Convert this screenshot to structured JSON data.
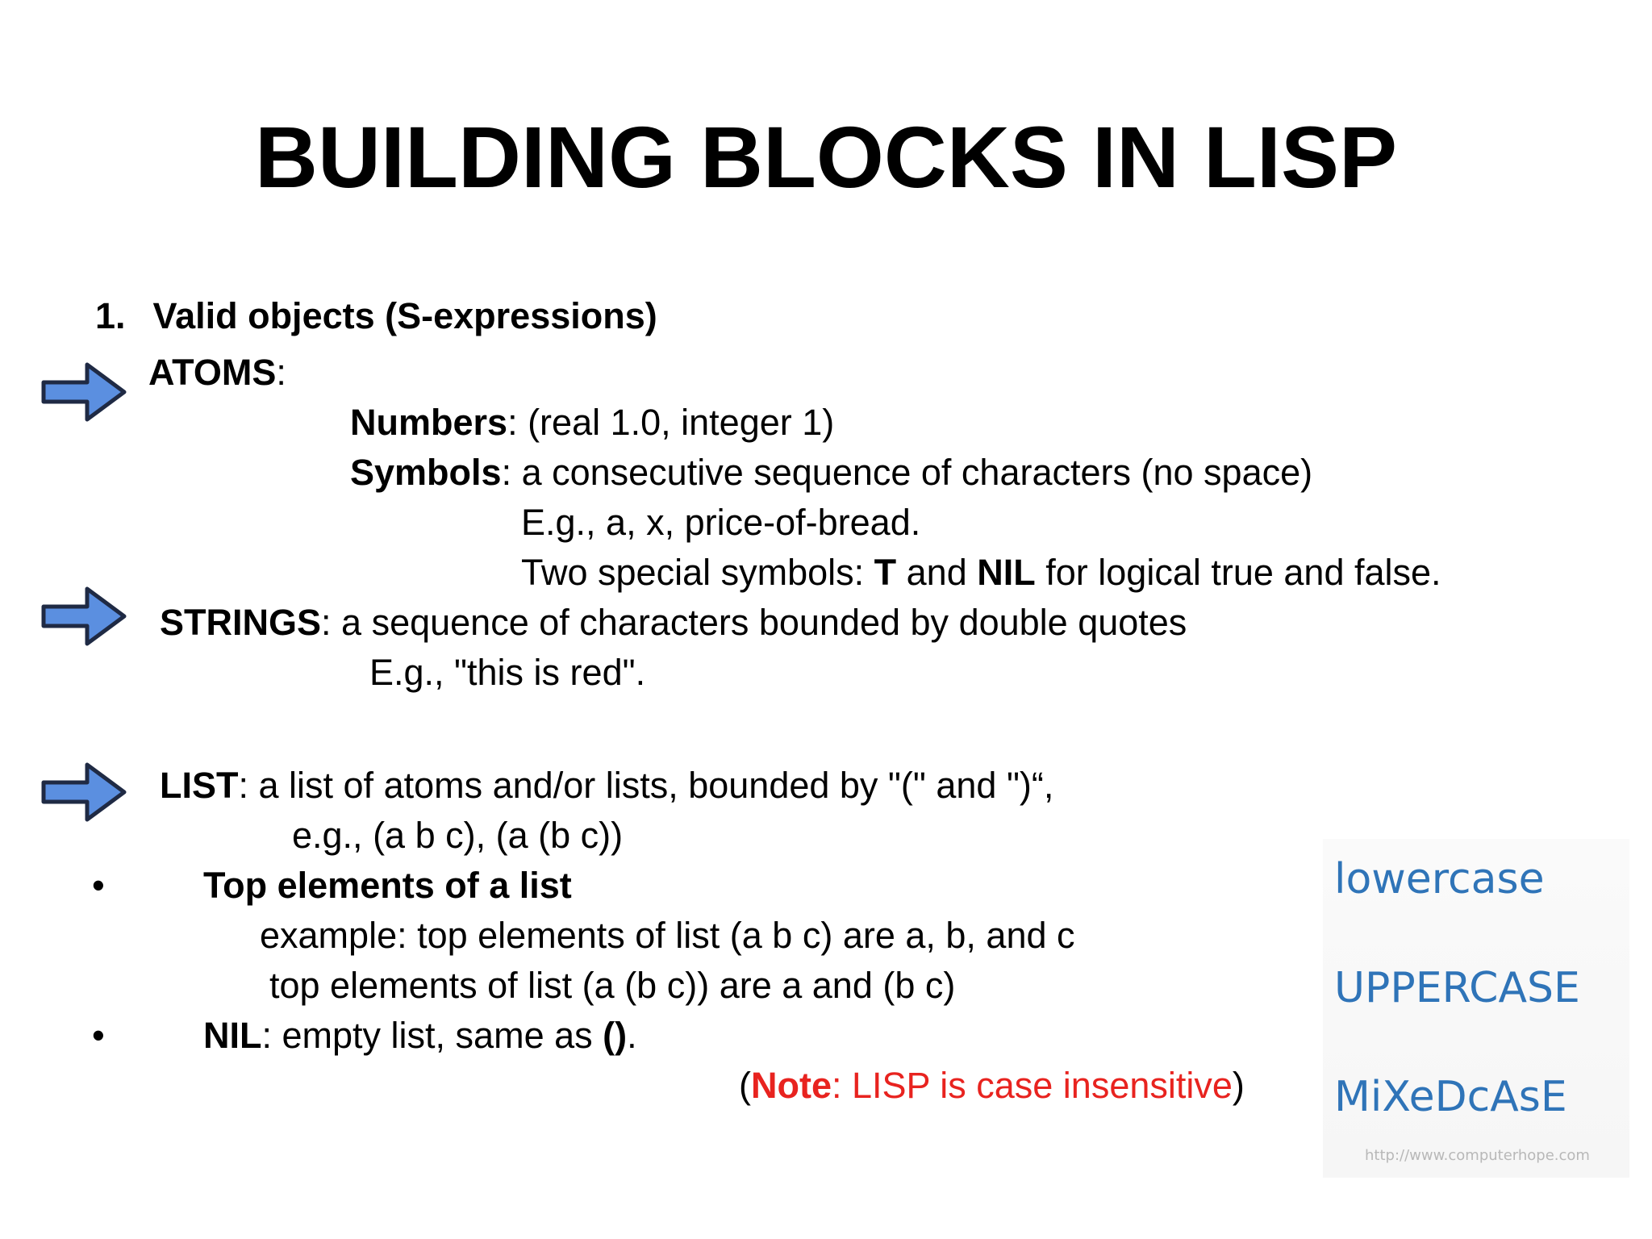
{
  "title": "BUILDING BLOCKS IN LISP",
  "heading": {
    "number": "1.",
    "text": "Valid objects (S-expressions)"
  },
  "atoms": {
    "label": "ATOMS",
    "colon": ":",
    "numbers_label": "Numbers",
    "numbers_text": ": (real 1.0, integer 1)",
    "symbols_label": "Symbols",
    "symbols_text": ": a consecutive sequence of characters (no space)",
    "symbols_example": "E.g., a, x, price-of-bread.",
    "special_prefix": "Two special symbols: ",
    "special_t": "T",
    "special_and": " and ",
    "special_nil": "NIL",
    "special_suffix": " for logical true and false."
  },
  "strings": {
    "label": "STRINGS",
    "text": ": a sequence of characters bounded by double quotes",
    "example": "E.g., \"this is red\"."
  },
  "list": {
    "label": "LIST",
    "text": ": a list of atoms and/or lists, bounded by \"(\" and \")“,",
    "example": "e.g., (a b c), (a (b c))"
  },
  "bullets": [
    {
      "symbol": "•",
      "label": "Top elements of a list",
      "lines": [
        "example: top elements of list (a b c) are a, b, and c",
        "top elements of list (a (b c)) are a and (b c)"
      ]
    },
    {
      "symbol": "•",
      "label": "NIL",
      "text": ": empty list, same as ",
      "emph": "()",
      "end": "."
    }
  ],
  "note": {
    "open": "(",
    "label": "Note",
    "text": ": LISP is case insensitive",
    "close": ")"
  },
  "case_image": {
    "words": [
      "lowercase",
      "UPPERCASE",
      "MiXeDcAsE"
    ],
    "url": "http://www.computerhope.com"
  },
  "colors": {
    "note_red": "#e8231f",
    "case_blue": "#2f74b8",
    "arrow_blue": "#5b8fe0"
  },
  "icons": {
    "pointer": "arrow-right-icon"
  }
}
